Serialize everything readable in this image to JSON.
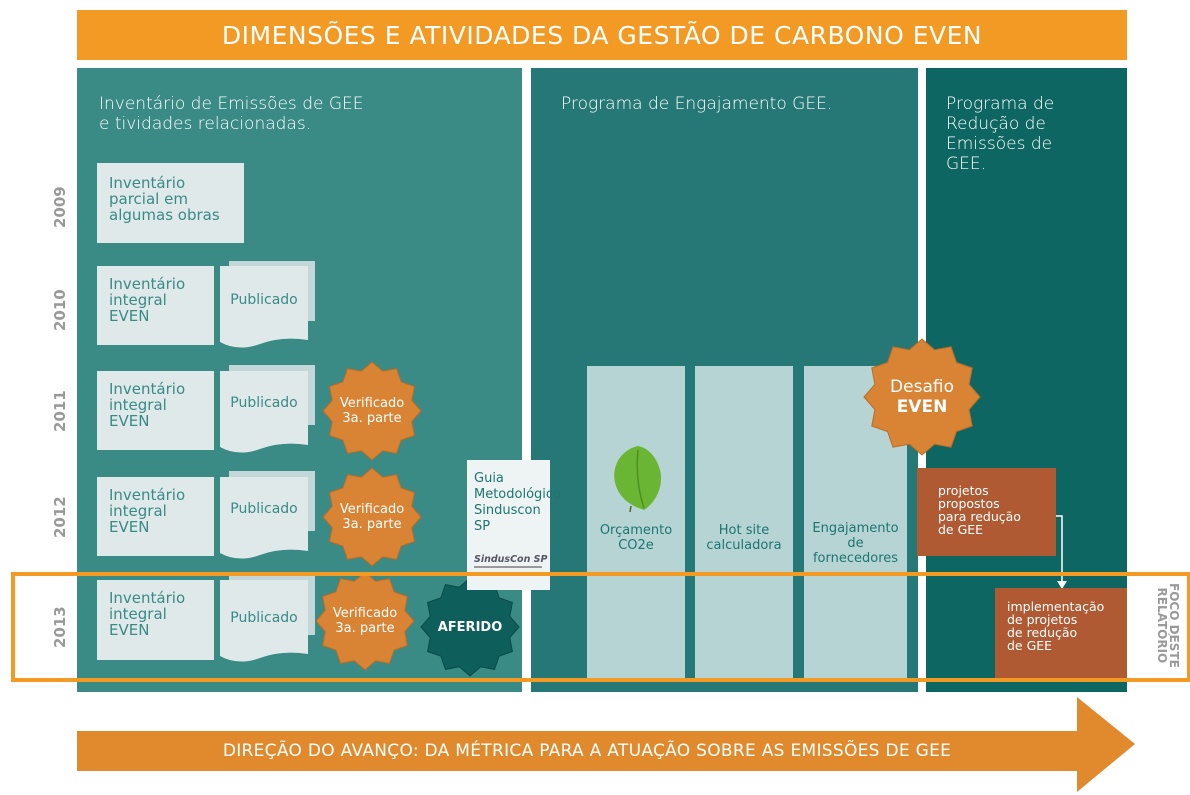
{
  "banner": "DIMENSÕES E ATIVIDADES DA GESTÃO DE CARBONO EVEN",
  "columns": [
    {
      "title_l1": "Inventário de Emissões de GEE",
      "title_l2": "e tividades relacionadas."
    },
    {
      "title": "Programa de Engajamento GEE."
    },
    {
      "title_l1": "Programa de",
      "title_l2": "Redução de",
      "title_l3": "Emissões de",
      "title_l4": "GEE."
    }
  ],
  "years": [
    "2009",
    "2010",
    "2011",
    "2012",
    "2013"
  ],
  "inventory_2009": {
    "l1": "Inventário",
    "l2": "parcial em",
    "l3": "algumas obras"
  },
  "inventory_integral": {
    "l1": "Inventário",
    "l2": "integral",
    "l3": "EVEN"
  },
  "published_label": "Publicado",
  "verified": {
    "l1": "Verificado",
    "l2": "3a. parte"
  },
  "aferido": "AFERIDO",
  "guia": {
    "l1": "Guia",
    "l2": "Metodológico",
    "l3": "Sinduscon SP",
    "logo_text": "SindusCon SP"
  },
  "bars": [
    {
      "l1": "Orçamento",
      "l2": "CO2e"
    },
    {
      "l1": "Hot site",
      "l2": "calculadora"
    },
    {
      "l1": "Engajamento",
      "l2": "de",
      "l3": "fornecedores"
    }
  ],
  "desafio": {
    "l1": "Desafio",
    "l2": "EVEN"
  },
  "projetos": {
    "l1": "projetos",
    "l2": "propostos",
    "l3": "para redução",
    "l4": "de GEE"
  },
  "implementacao": {
    "l1": "implementação",
    "l2": "de projetos",
    "l3": "de redução",
    "l4": "de GEE"
  },
  "focus_label": {
    "l1": "FOCO DESTE",
    "l2": "RELATÓRIO"
  },
  "arrow_text": "DIREÇÃO DO AVANÇO: DA MÉTRICA PARA A ATUAÇÃO SOBRE AS EMISSÕES DE GEE",
  "colors": {
    "orange": "#f39a24",
    "teal_1": "#3a8a86",
    "teal_2": "#267876",
    "teal_3": "#0e6663",
    "rust": "#b05a34",
    "dark_star": "#0e5e5b",
    "arrow": "#e08a2d"
  },
  "icons": [
    "leaf-icon",
    "sinduscon-logo",
    "star-badge-icon"
  ]
}
